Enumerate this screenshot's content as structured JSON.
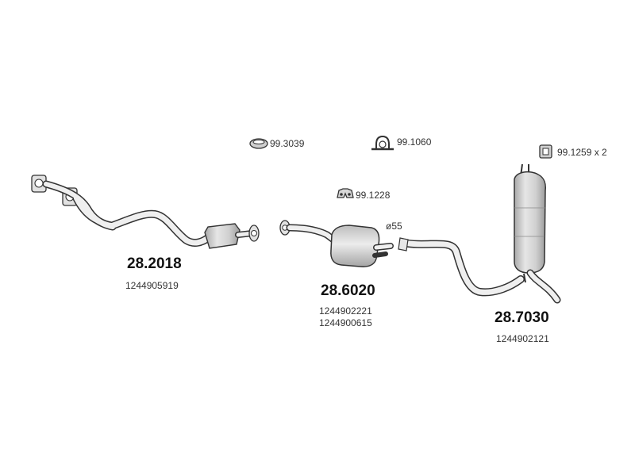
{
  "accessories": [
    {
      "id": "acc-ring",
      "code": "99.3039",
      "icon": "exhaust-ring-icon"
    },
    {
      "id": "acc-clamp",
      "code": "99.1060",
      "icon": "pipe-clamp-icon"
    },
    {
      "id": "acc-hanger",
      "code": "99.1228",
      "icon": "rubber-hanger-icon"
    },
    {
      "id": "acc-mount",
      "code": "99.1259 x 2",
      "icon": "rubber-mount-icon"
    }
  ],
  "parts": [
    {
      "id": "front-pipe",
      "part_no": "28.2018",
      "oem": [
        "1244905919"
      ]
    },
    {
      "id": "middle-silencer",
      "part_no": "28.6020",
      "oem": [
        "1244902221",
        "1244900615"
      ]
    },
    {
      "id": "rear-silencer",
      "part_no": "28.7030",
      "oem": [
        "1244902121"
      ]
    }
  ],
  "dimension": "ø55",
  "colors": {
    "line": "#333333",
    "part_fill": "#dcdcdc",
    "shade": "#bdbdbd"
  }
}
